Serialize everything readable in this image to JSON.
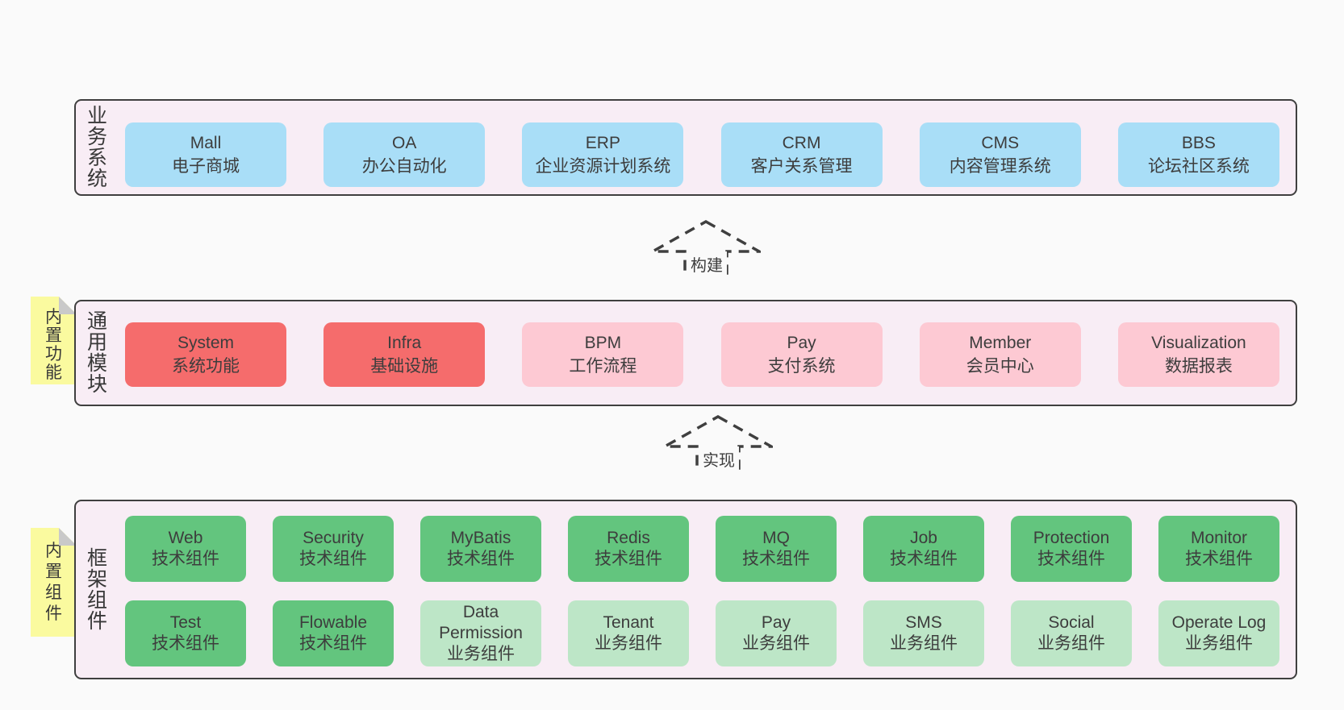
{
  "colors": {
    "page": "#fafafa",
    "layer_background": "#f8edf5",
    "border": "#3f3f3f",
    "text": "#3d3d3d",
    "blue": "#a9def7",
    "red": "#f56c6c",
    "pink": "#fdc9d3",
    "green": "#63c57e",
    "lightgreen": "#bde6c7",
    "tab_yellow": "#fafa9f",
    "tab_fold": "#c9c9c9"
  },
  "arrows": [
    {
      "label": "构建"
    },
    {
      "label": "实现"
    }
  ],
  "layers": [
    {
      "id": "business",
      "label": "业务系统",
      "tab": null,
      "rows": [
        [
          {
            "title": "Mall",
            "subtitle": "电子商城",
            "variant": "blue"
          },
          {
            "title": "OA",
            "subtitle": "办公自动化",
            "variant": "blue"
          },
          {
            "title": "ERP",
            "subtitle": "企业资源计划系统",
            "variant": "blue"
          },
          {
            "title": "CRM",
            "subtitle": "客户关系管理",
            "variant": "blue"
          },
          {
            "title": "CMS",
            "subtitle": "内容管理系统",
            "variant": "blue"
          },
          {
            "title": "BBS",
            "subtitle": "论坛社区系统",
            "variant": "blue"
          }
        ]
      ]
    },
    {
      "id": "common",
      "label": "通用模块",
      "tab": "内置功能",
      "rows": [
        [
          {
            "title": "System",
            "subtitle": "系统功能",
            "variant": "red"
          },
          {
            "title": "Infra",
            "subtitle": "基础设施",
            "variant": "red"
          },
          {
            "title": "BPM",
            "subtitle": "工作流程",
            "variant": "pink"
          },
          {
            "title": "Pay",
            "subtitle": "支付系统",
            "variant": "pink"
          },
          {
            "title": "Member",
            "subtitle": "会员中心",
            "variant": "pink"
          },
          {
            "title": "Visualization",
            "subtitle": "数据报表",
            "variant": "pink"
          }
        ]
      ]
    },
    {
      "id": "framework",
      "label": "框架组件",
      "tab": "内置组件",
      "rows": [
        [
          {
            "title": "Web",
            "subtitle": "技术组件",
            "variant": "green"
          },
          {
            "title": "Security",
            "subtitle": "技术组件",
            "variant": "green"
          },
          {
            "title": "MyBatis",
            "subtitle": "技术组件",
            "variant": "green"
          },
          {
            "title": "Redis",
            "subtitle": "技术组件",
            "variant": "green"
          },
          {
            "title": "MQ",
            "subtitle": "技术组件",
            "variant": "green"
          },
          {
            "title": "Job",
            "subtitle": "技术组件",
            "variant": "green"
          },
          {
            "title": "Protection",
            "subtitle": "技术组件",
            "variant": "green"
          },
          {
            "title": "Monitor",
            "subtitle": "技术组件",
            "variant": "green"
          }
        ],
        [
          {
            "title": "Test",
            "subtitle": "技术组件",
            "variant": "green"
          },
          {
            "title": "Flowable",
            "subtitle": "技术组件",
            "variant": "green"
          },
          {
            "title": "Data Permission",
            "subtitle": "业务组件",
            "variant": "lightgreen"
          },
          {
            "title": "Tenant",
            "subtitle": "业务组件",
            "variant": "lightgreen"
          },
          {
            "title": "Pay",
            "subtitle": "业务组件",
            "variant": "lightgreen"
          },
          {
            "title": "SMS",
            "subtitle": "业务组件",
            "variant": "lightgreen"
          },
          {
            "title": "Social",
            "subtitle": "业务组件",
            "variant": "lightgreen"
          },
          {
            "title": "Operate Log",
            "subtitle": "业务组件",
            "variant": "lightgreen"
          }
        ]
      ]
    }
  ]
}
